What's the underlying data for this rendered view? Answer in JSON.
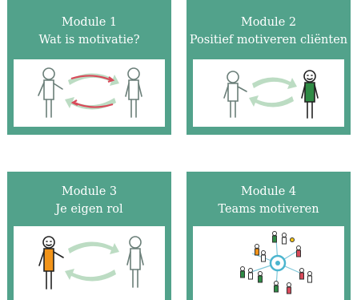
{
  "modules": [
    {
      "number": "Module 1",
      "subtitle": "Wat is motivatie?"
    },
    {
      "number": "Module 2",
      "subtitle": "Positief motiveren cliënten"
    },
    {
      "number": "Module 3",
      "subtitle": "Je eigen rol"
    },
    {
      "number": "Module 4",
      "subtitle": "Teams motiveren"
    }
  ],
  "colors": {
    "card_green": "#52a28b",
    "arrow_green": "#bcdcc3",
    "arrow_red": "#d94a5a",
    "figure_dark_green": "#2f8b45",
    "figure_orange": "#f29419",
    "outline_gray": "#6a7e78"
  }
}
